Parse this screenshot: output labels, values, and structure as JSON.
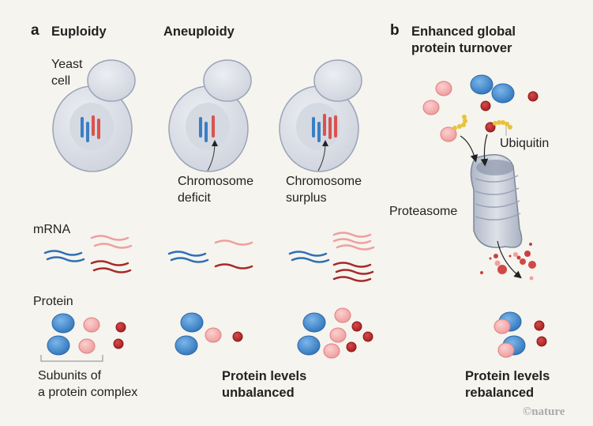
{
  "panel_a": {
    "letter": "a",
    "euploidy_title": "Euploidy",
    "aneuploidy_title": "Aneuploidy",
    "yeast_cell_label": [
      "Yeast",
      "cell"
    ],
    "deficit_label": [
      "Chromosome",
      "deficit"
    ],
    "surplus_label": [
      "Chromosome",
      "surplus"
    ],
    "mrna_label": "mRNA",
    "protein_label": "Protein",
    "subunits_label": [
      "Subunits of",
      "a protein complex"
    ],
    "unbalanced_label": [
      "Protein levels",
      "unbalanced"
    ]
  },
  "panel_b": {
    "letter": "b",
    "title": [
      "Enhanced global",
      "protein turnover"
    ],
    "ubiquitin_label": "Ubiquitin",
    "proteasome_label": "Proteasome",
    "rebalanced_label": [
      "Protein levels",
      "rebalanced"
    ]
  },
  "credit": "©nature",
  "colors": {
    "background": "#f5f4ee",
    "cell": "#dcdfe6",
    "cell_outline": "#9aa3b6",
    "blue": "#3a7fc4",
    "light_red": "#f3a8a8",
    "dark_red": "#b02a2a",
    "chromosome_red": "#d9534f",
    "ubiquitin": "#e8c33a"
  }
}
